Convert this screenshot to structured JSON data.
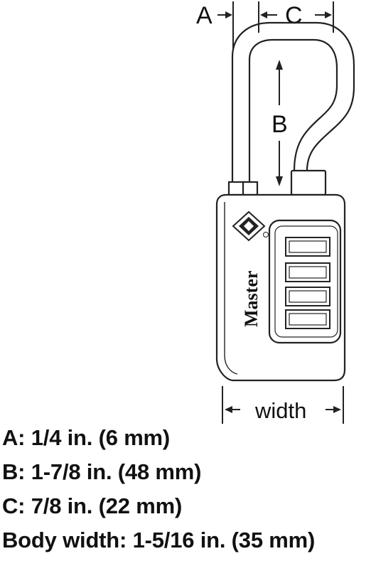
{
  "diagram": {
    "dimension_labels": {
      "a": "A",
      "b": "B",
      "c": "C",
      "width": "width"
    },
    "brand": "Master",
    "icons": {
      "logo": "diamond-logo-icon",
      "registered": "registered-mark-icon"
    },
    "colors": {
      "stroke": "#222222",
      "body_fill": "#ffffff"
    }
  },
  "specs": [
    {
      "label": "A:",
      "value": "1/4 in. (6 mm)"
    },
    {
      "label": "B:",
      "value": "1-7/8 in. (48 mm)"
    },
    {
      "label": "C:",
      "value": "7/8 in. (22 mm)"
    },
    {
      "label": "Body width:",
      "value": "1-5/16 in. (35 mm)"
    }
  ]
}
